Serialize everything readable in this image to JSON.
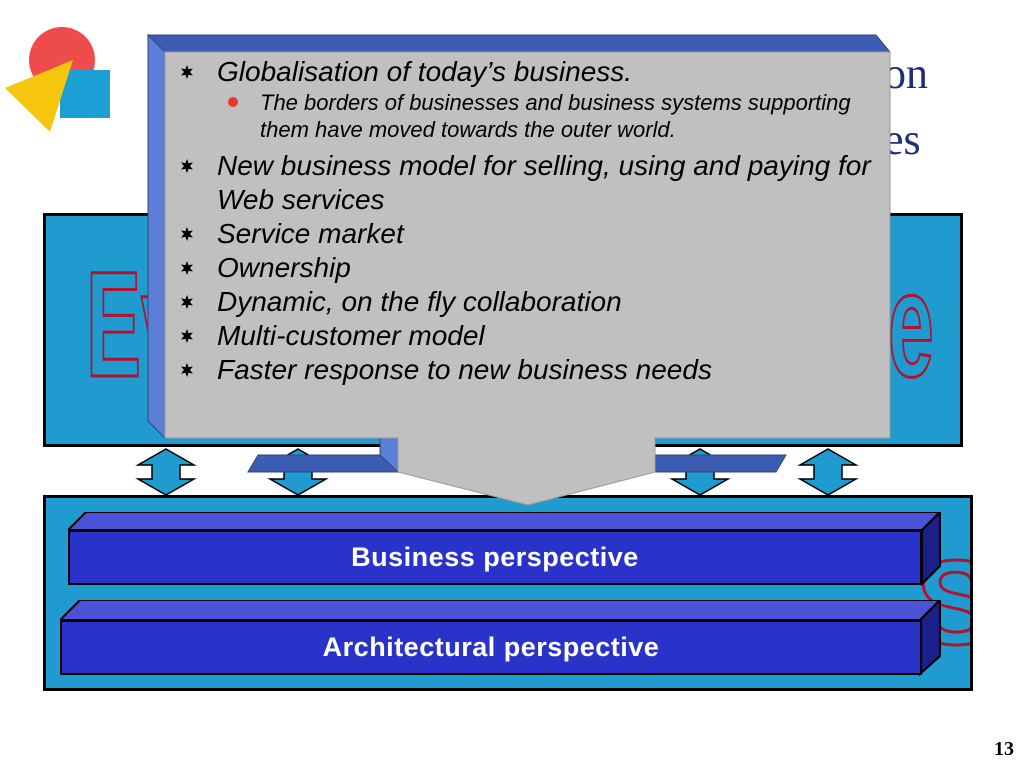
{
  "slide": {
    "title_fragments": [
      "on",
      "es"
    ],
    "watermark_top_left": "Ev",
    "watermark_top_right": "e",
    "watermark_bottom": "S",
    "page_number": "13"
  },
  "callout": {
    "items": [
      {
        "text": "Globalisation of today’s business.",
        "level": 1,
        "subitems": [
          "The borders of businesses and business systems supporting them have moved towards the outer world."
        ]
      },
      {
        "text": "New business model for selling, using and paying for Web services",
        "level": 1,
        "subitems": []
      },
      {
        "text": "Service market",
        "level": 1,
        "subitems": []
      },
      {
        "text": "Ownership",
        "level": 1,
        "subitems": []
      },
      {
        "text": "Dynamic, on the fly collaboration",
        "level": 1,
        "subitems": []
      },
      {
        "text": "Multi-customer model",
        "level": 1,
        "subitems": []
      },
      {
        "text": "Faster response to new business needs",
        "level": 1,
        "subitems": []
      }
    ]
  },
  "bars": {
    "business": "Business perspective",
    "architectural": "Architectural perspective"
  },
  "colors": {
    "panel": "#1f9bcf",
    "bar": "#2a33c9",
    "callout": "#c0c0c0",
    "callout_side": "#5b7fd9",
    "title": "#1d2f7a"
  }
}
